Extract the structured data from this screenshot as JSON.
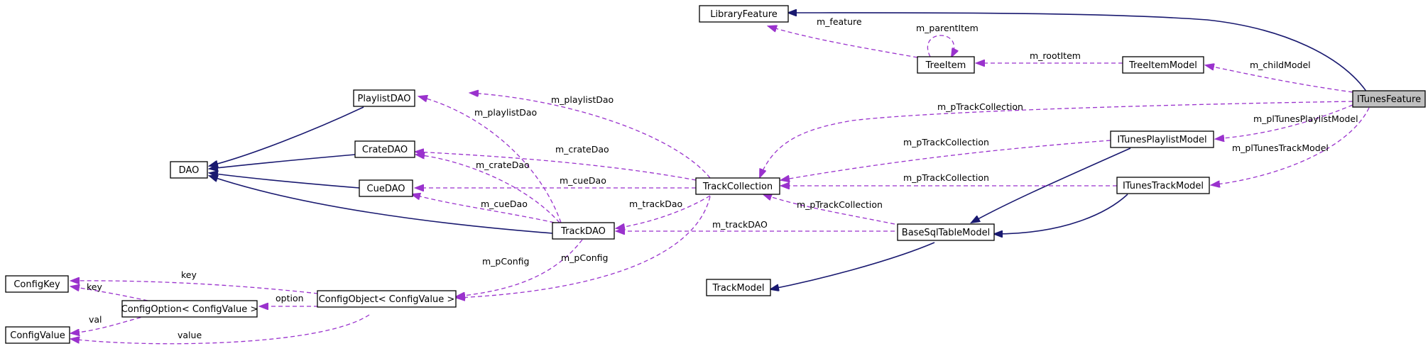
{
  "diagram": {
    "legend_colors": {
      "inheritance": "#191970",
      "usage": "#9a32cd",
      "highlight": "#bfbfbf"
    },
    "nodes": {
      "libraryfeature": "LibraryFeature",
      "treeitem": "TreeItem",
      "treeitemmodel": "TreeItemModel",
      "itunesfeature": "ITunesFeature",
      "playlistdao": "PlaylistDAO",
      "cratedao": "CrateDAO",
      "dao": "DAO",
      "cuedao": "CueDAO",
      "trackcollection": "TrackCollection",
      "itunesplaylistmodel": "ITunesPlaylistModel",
      "itunestrackmodel": "ITunesTrackModel",
      "trackdao": "TrackDAO",
      "basesqltablemodel": "BaseSqlTableModel",
      "configkey": "ConfigKey",
      "configoption": "ConfigOption< ConfigValue >",
      "configobject": "ConfigObject< ConfigValue >",
      "configvalue": "ConfigValue",
      "trackmodel": "TrackModel"
    },
    "edge_labels": {
      "m_feature": "m_feature",
      "m_parentItem": "m_parentItem",
      "m_rootItem": "m_rootItem",
      "m_childModel": "m_childModel",
      "m_pTrackCollection_top": "m_pTrackCollection",
      "m_plTunesPlaylistModel": "m_plTunesPlaylistModel",
      "m_plTunesTrackModel": "m_plTunesTrackModel",
      "m_playlistDao_tc": "m_playlistDao",
      "m_playlistDao_td": "m_playlistDao",
      "m_crateDao_tc": "m_crateDao",
      "m_crateDao_td": "m_crateDao",
      "m_cueDao_tc": "m_cueDao",
      "m_cueDao_td": "m_cueDao",
      "m_trackDao": "m_trackDao",
      "m_trackDAO": "m_trackDAO",
      "m_pTrackCollection_plm": "m_pTrackCollection",
      "m_pTrackCollection_tm": "m_pTrackCollection",
      "m_pTrackCollection_bsq": "m_pTrackCollection",
      "m_pConfig_td": "m_pConfig",
      "m_pConfig_tc": "m_pConfig",
      "key_obj": "key",
      "key_opt": "key",
      "option": "option",
      "val": "val",
      "value": "value"
    }
  }
}
